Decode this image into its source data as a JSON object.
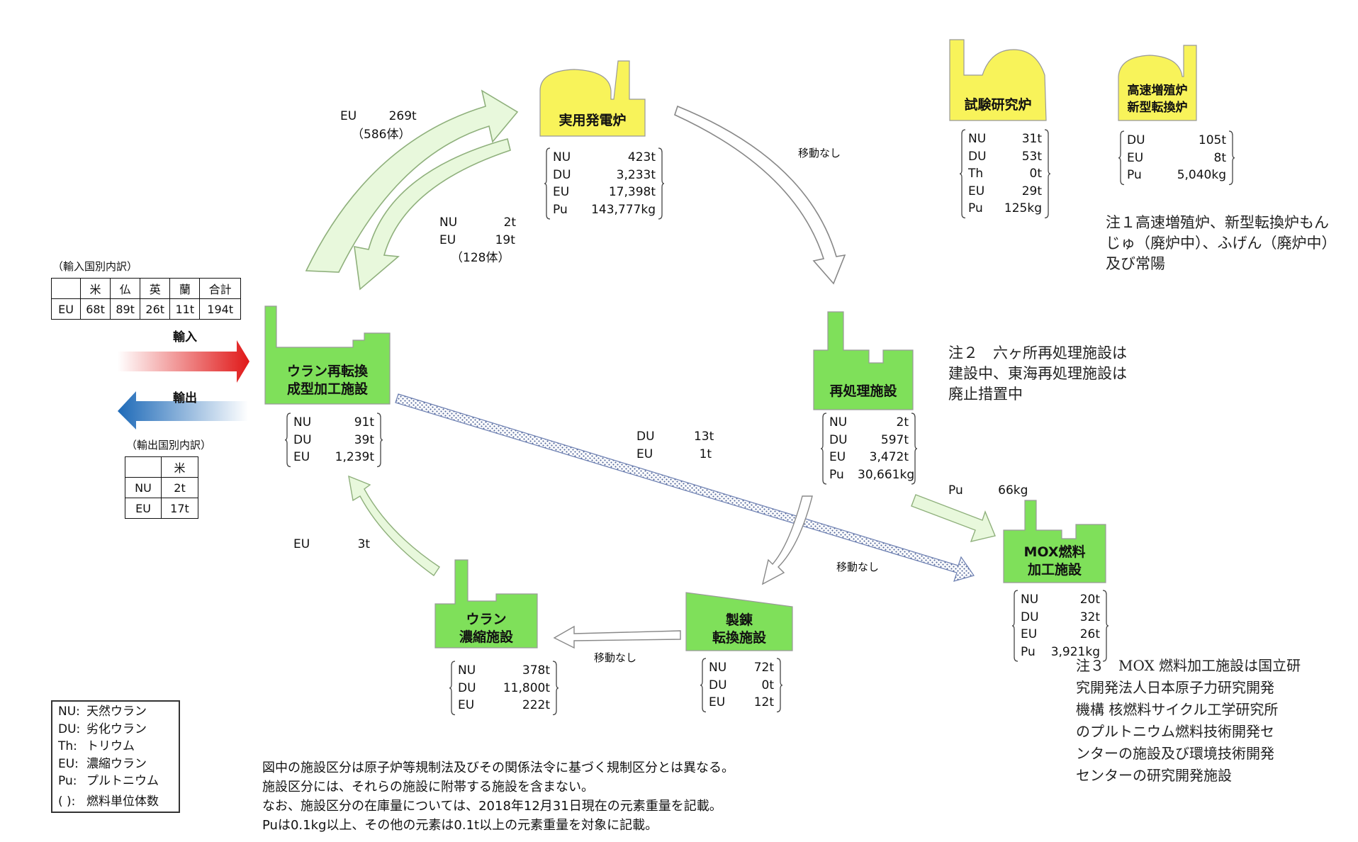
{
  "facilities": {
    "power_reactor": {
      "label": "実用発電炉",
      "inventory": [
        [
          "NU",
          "423t"
        ],
        [
          "DU",
          "3,233t"
        ],
        [
          "EU",
          "17,398t"
        ],
        [
          "Pu",
          "143,777kg"
        ]
      ]
    },
    "research_reactor": {
      "label": "試験研究炉",
      "inventory": [
        [
          "NU",
          "31t"
        ],
        [
          "DU",
          "53t"
        ],
        [
          "Th",
          "0t"
        ],
        [
          "EU",
          "29t"
        ],
        [
          "Pu",
          "125kg"
        ]
      ]
    },
    "fast_reactor": {
      "label_line1": "高速増殖炉",
      "label_line2": "新型転換炉",
      "inventory": [
        [
          "DU",
          "105t"
        ],
        [
          "EU",
          "8t"
        ],
        [
          "Pu",
          "5,040kg"
        ]
      ]
    },
    "reconversion": {
      "label_line1": "ウラン再転換",
      "label_line2": "成型加工施設",
      "inventory": [
        [
          "NU",
          "91t"
        ],
        [
          "DU",
          "39t"
        ],
        [
          "EU",
          "1,239t"
        ]
      ]
    },
    "reprocessing": {
      "label": "再処理施設",
      "inventory": [
        [
          "NU",
          "2t"
        ],
        [
          "DU",
          "597t"
        ],
        [
          "EU",
          "3,472t"
        ],
        [
          "Pu",
          "30,661kg"
        ]
      ]
    },
    "mox": {
      "label_line1": "MOX燃料",
      "label_line2": "加工施設",
      "inventory": [
        [
          "NU",
          "20t"
        ],
        [
          "DU",
          "32t"
        ],
        [
          "EU",
          "26t"
        ],
        [
          "Pu",
          "3,921kg"
        ]
      ]
    },
    "refining": {
      "label_line1": "製錬",
      "label_line2": "転換施設",
      "inventory": [
        [
          "NU",
          "72t"
        ],
        [
          "DU",
          "0t"
        ],
        [
          "EU",
          "12t"
        ]
      ]
    },
    "enrichment": {
      "label_line1": "ウラン",
      "label_line2": "濃縮施設",
      "inventory": [
        [
          "NU",
          "378t"
        ],
        [
          "DU",
          "11,800t"
        ],
        [
          "EU",
          "222t"
        ]
      ]
    }
  },
  "flows": {
    "to_power": {
      "el": "EU",
      "val": "269t",
      "units": "（586体）"
    },
    "from_power": {
      "line1_el": "NU",
      "line1_val": "2t",
      "line2_el": "EU",
      "line2_val": "19t",
      "units": "（128体）"
    },
    "power_to_reprocessing": "移動なし",
    "reconversion_to_mox": {
      "line1_el": "DU",
      "line1_val": "13t",
      "line2_el": "EU",
      "line2_val": "1t"
    },
    "reprocessing_to_mox": {
      "el": "Pu",
      "val": "66kg"
    },
    "reprocessing_to_refining": "移動なし",
    "refining_to_enrichment": "移動なし",
    "enrichment_to_reconversion": {
      "el": "EU",
      "val": "3t"
    }
  },
  "import": {
    "title": "（輸入国別内訳）",
    "headers": [
      "",
      "米",
      "仏",
      "英",
      "蘭",
      "合計"
    ],
    "row": [
      "EU",
      "68t",
      "89t",
      "26t",
      "11t",
      "194t"
    ],
    "arrow_label": "輸入"
  },
  "export": {
    "title": "（輸出国別内訳）",
    "headers": [
      "",
      "米"
    ],
    "rows": [
      [
        "NU",
        "2t"
      ],
      [
        "EU",
        "17t"
      ]
    ],
    "arrow_label": "輸出"
  },
  "notes": {
    "note1": [
      "注１高速増殖炉、新型転換炉もん",
      "じゅ（廃炉中）、ふげん（廃炉中）",
      "及び常陽"
    ],
    "note2": [
      "注２　六ヶ所再処理施設は",
      "建設中、東海再処理施設は",
      "廃止措置中"
    ],
    "note3": [
      "注３　MOX 燃料加工施設は国立研",
      "究開発法人日本原子力研究開発",
      "機構 核燃料サイクル工学研究所",
      "のプルトニウム燃料技術開発セ",
      "ンターの施設及び環境技術開発",
      "センターの研究開発施設"
    ]
  },
  "legend": [
    [
      "NU:",
      "天然ウラン"
    ],
    [
      "DU:",
      "劣化ウラン"
    ],
    [
      "Th:",
      "トリウム"
    ],
    [
      "EU:",
      "濃縮ウラン"
    ],
    [
      "Pu:",
      "プルトニウム"
    ],
    [
      "(  ):",
      "燃料単位体数"
    ]
  ],
  "disclaimer": [
    "図中の施設区分は原子炉等規制法及びその関係法令に基づく規制区分とは異なる。",
    "施設区分には、それらの施設に附帯する施設を含まない。",
    "なお、施設区分の在庫量については、2018年12月31日現在の元素重量を記載。",
    "Puは0.1kg以上、その他の元素は0.1t以上の元素重量を対象に記載。"
  ],
  "colors": {
    "reactor_yellow": "#f8f35a",
    "facility_green": "#7fe05a",
    "flow_green": "#e8f8dc",
    "import_red": "#e01818",
    "export_blue": "#1e6ab8"
  }
}
